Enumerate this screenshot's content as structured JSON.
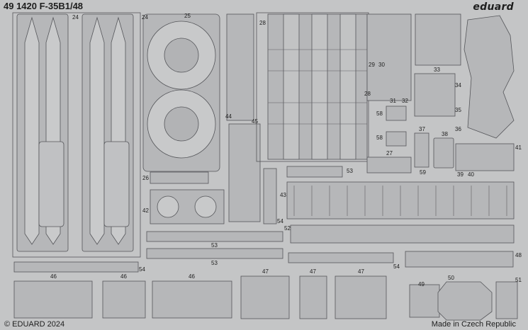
{
  "header": {
    "title": "49 1420 F-35B1/48",
    "brand": "eduard"
  },
  "footer": {
    "copyright": "© EDUARD 2024",
    "origin": "Made in Czech Republic"
  },
  "colors": {
    "fret": "#c4c5c6",
    "panel": "#b3b4b6",
    "line": "#5a5b5e",
    "text": "#1e1e1e"
  },
  "part_numbers": [
    "24",
    "24",
    "25",
    "28",
    "28",
    "29",
    "30",
    "31",
    "32",
    "33",
    "34",
    "35",
    "36",
    "37",
    "38",
    "39",
    "40",
    "41",
    "42",
    "43",
    "44",
    "45",
    "46",
    "46",
    "46",
    "47",
    "47",
    "47",
    "48",
    "49",
    "50",
    "51",
    "52",
    "53",
    "53",
    "53",
    "54",
    "54",
    "54",
    "58",
    "58",
    "59",
    "26",
    "27"
  ]
}
